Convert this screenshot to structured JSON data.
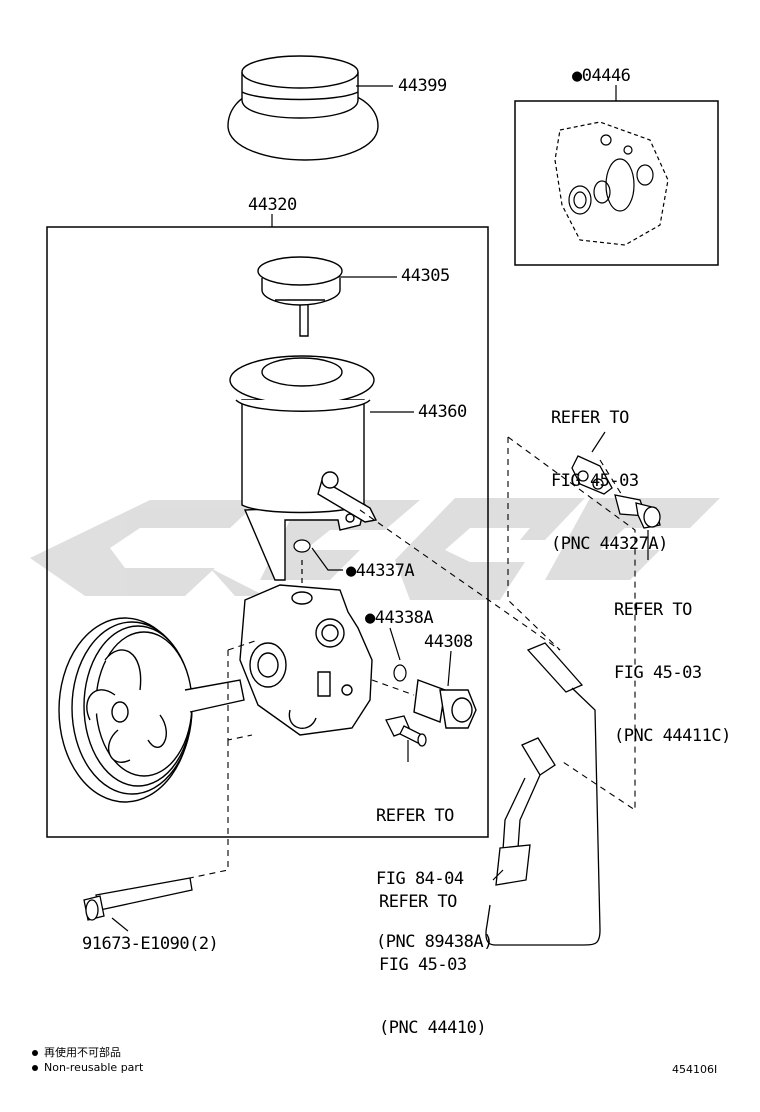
{
  "parts": {
    "reservoir_cover": "44399",
    "kit": "●04446",
    "assembly": "44320",
    "cap": "44305",
    "reservoir": "44360",
    "oring_a": "●44337A",
    "oring_b": "●44338A",
    "valve": "44308",
    "bolt": "91673-E1090(2)"
  },
  "refs": {
    "bracket": [
      "REFER TO",
      "FIG 45-03",
      "(PNC 44327A)"
    ],
    "union": [
      "REFER TO",
      "FIG 45-03",
      "(PNC 44411C)"
    ],
    "sensor": [
      "REFER TO",
      "FIG 84-04",
      "(PNC 89438A)"
    ],
    "hose": [
      "REFER TO",
      "FIG 45-03",
      "(PNC 44410)"
    ]
  },
  "legend": {
    "line1": "再使用不可部品",
    "line2": "Non-reusable part"
  },
  "figure_number": "454106I",
  "colors": {
    "line": "#000000",
    "watermark": "#d9d9d9"
  }
}
